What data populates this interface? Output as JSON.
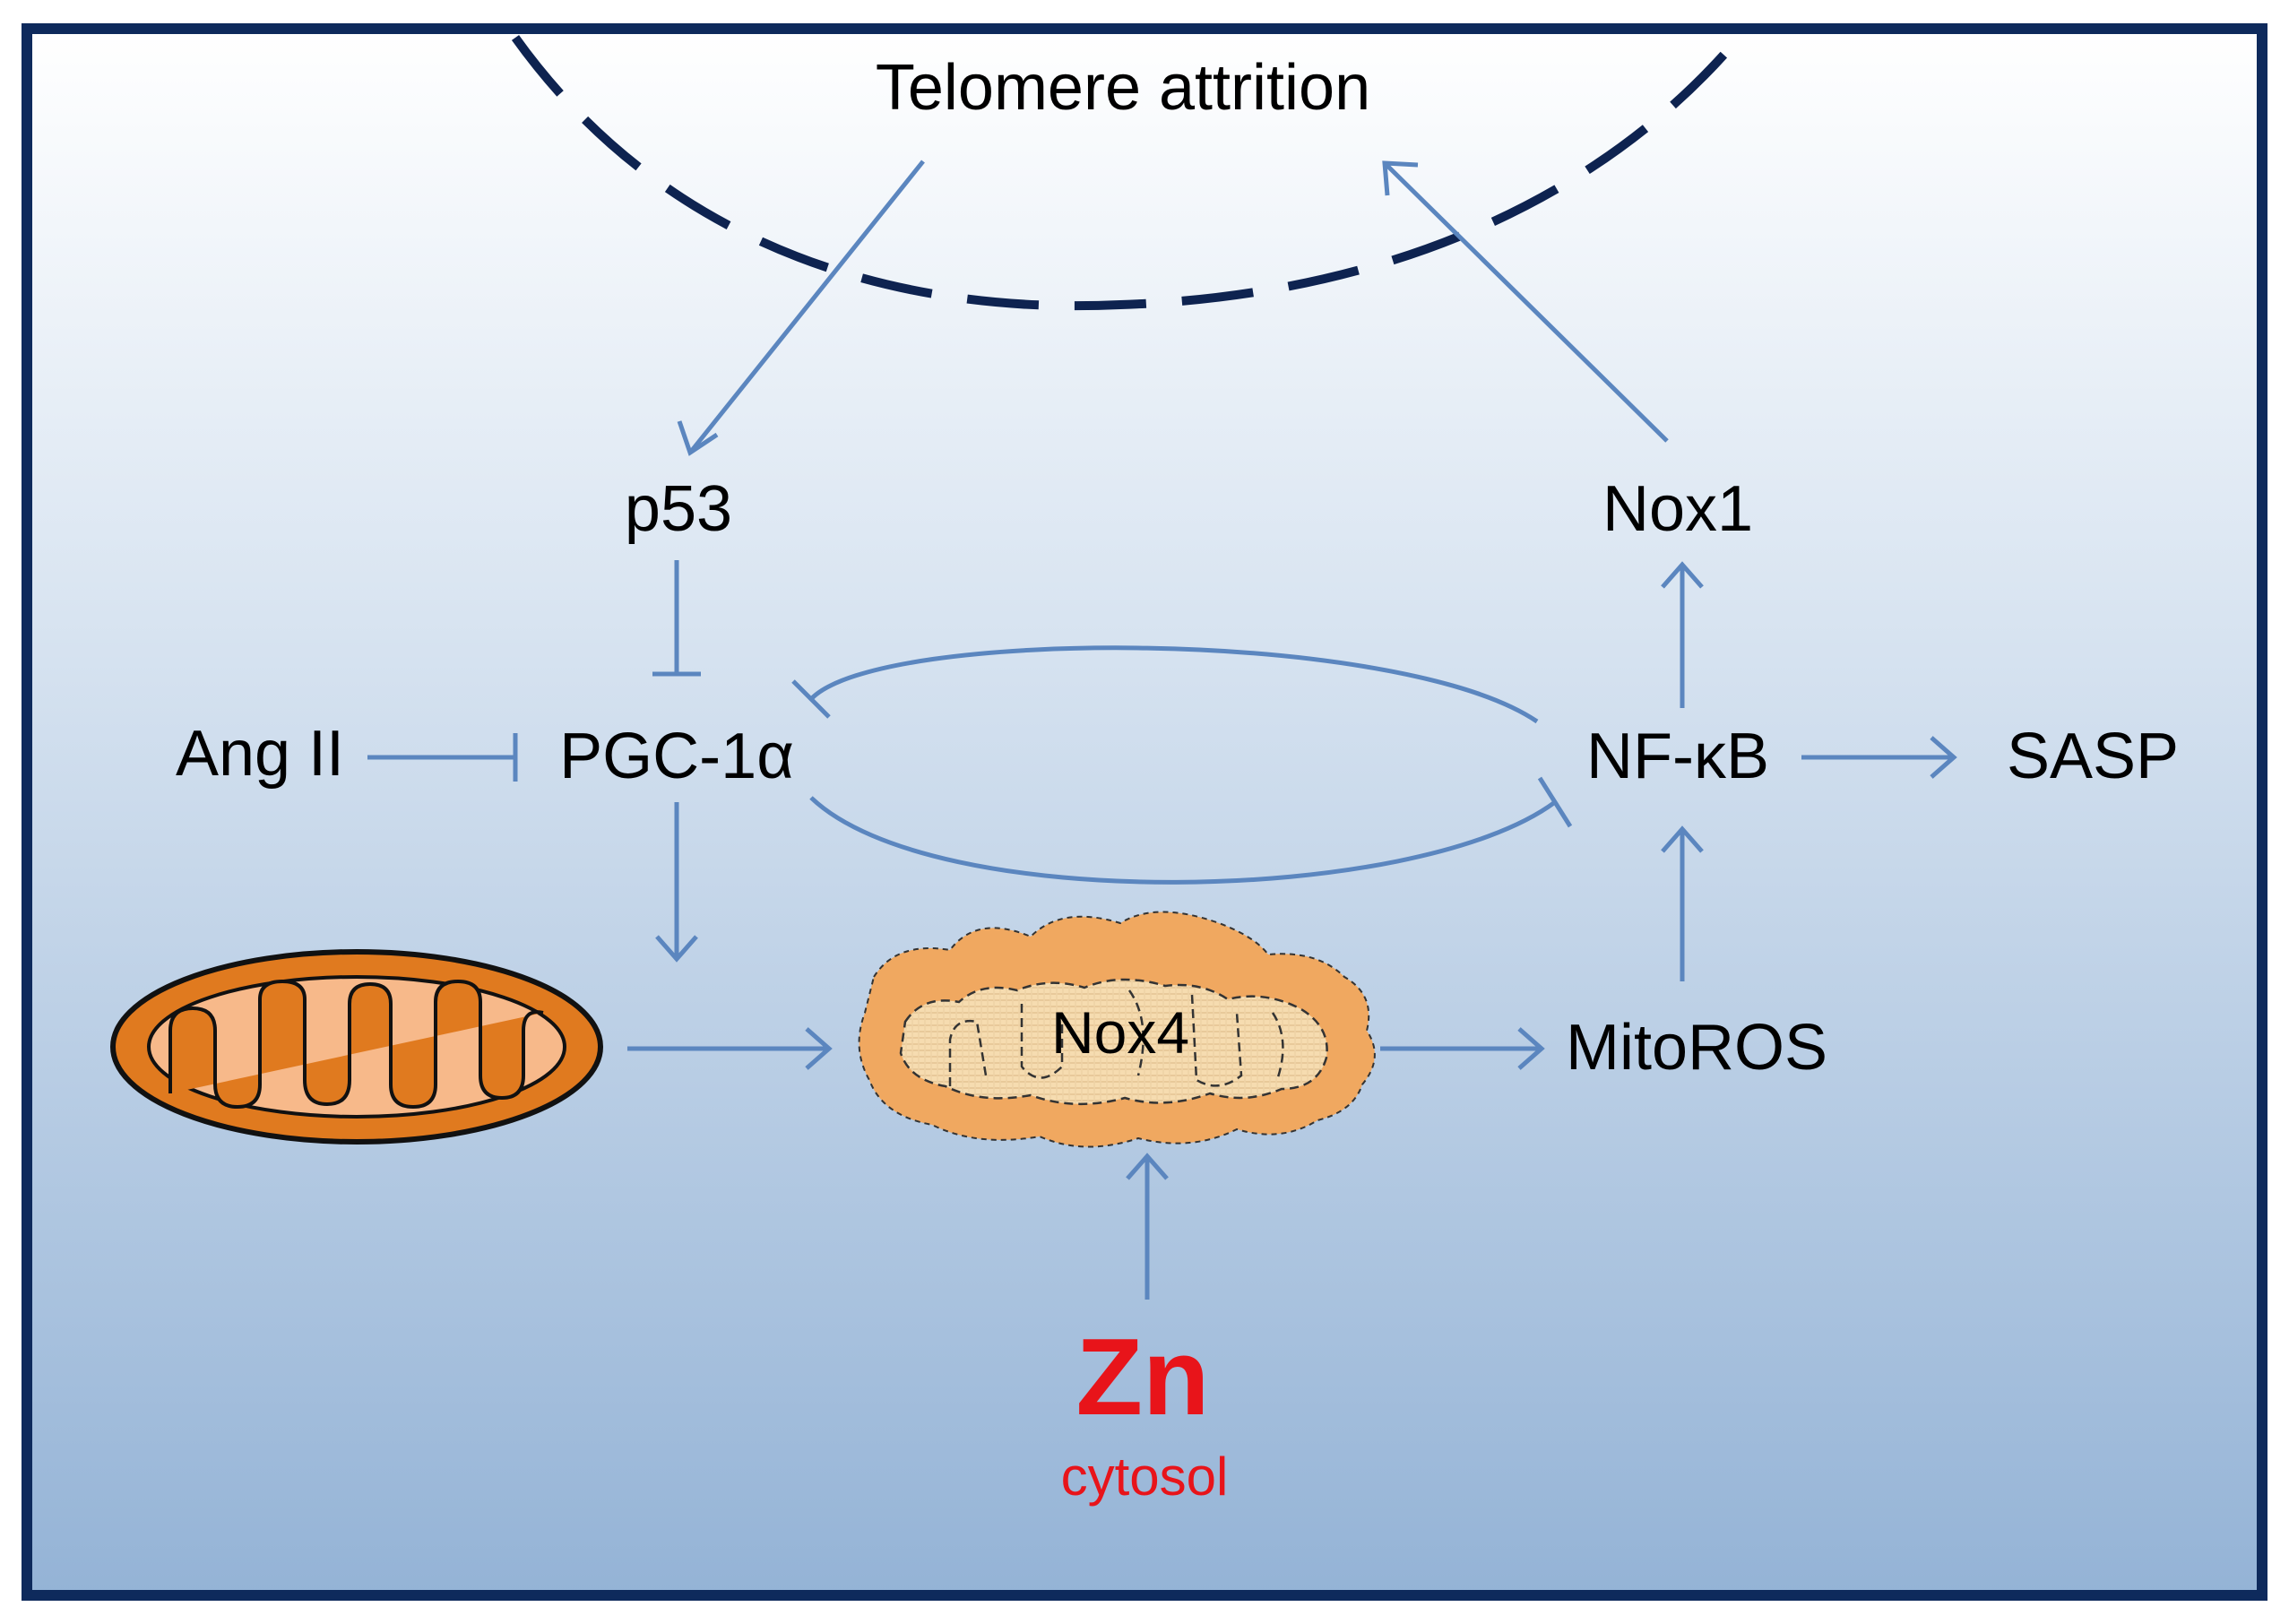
{
  "labels": {
    "telomere": "Telomere attrition",
    "p53": "p53",
    "nox1": "Nox1",
    "ang_ii": "Ang II",
    "pgc1a": "PGC-1α",
    "nfkb": "NF-κB",
    "sasp": "SASP",
    "nox4": "Nox4",
    "mitoros": "MitoROS",
    "zn": "Zn",
    "cytosol": "cytosol"
  },
  "colors": {
    "frame": "#0e2a5c",
    "background_top": "#ffffff",
    "background_bottom": "#94b3d6",
    "arrow": "#5b86bf",
    "dashed_arc": "#0e2350",
    "mitochondrion_outer": "#e07a1f",
    "mitochondrion_inner": "#f7b98a",
    "nox4_body": "#f0a860",
    "nox4_pattern": "#f6dcb0",
    "zn_text": "#e8141a"
  },
  "icons": {
    "mitochondrion": "mitochondrion-icon",
    "damaged_mitochondrion": "damaged-mitochondrion-icon"
  }
}
